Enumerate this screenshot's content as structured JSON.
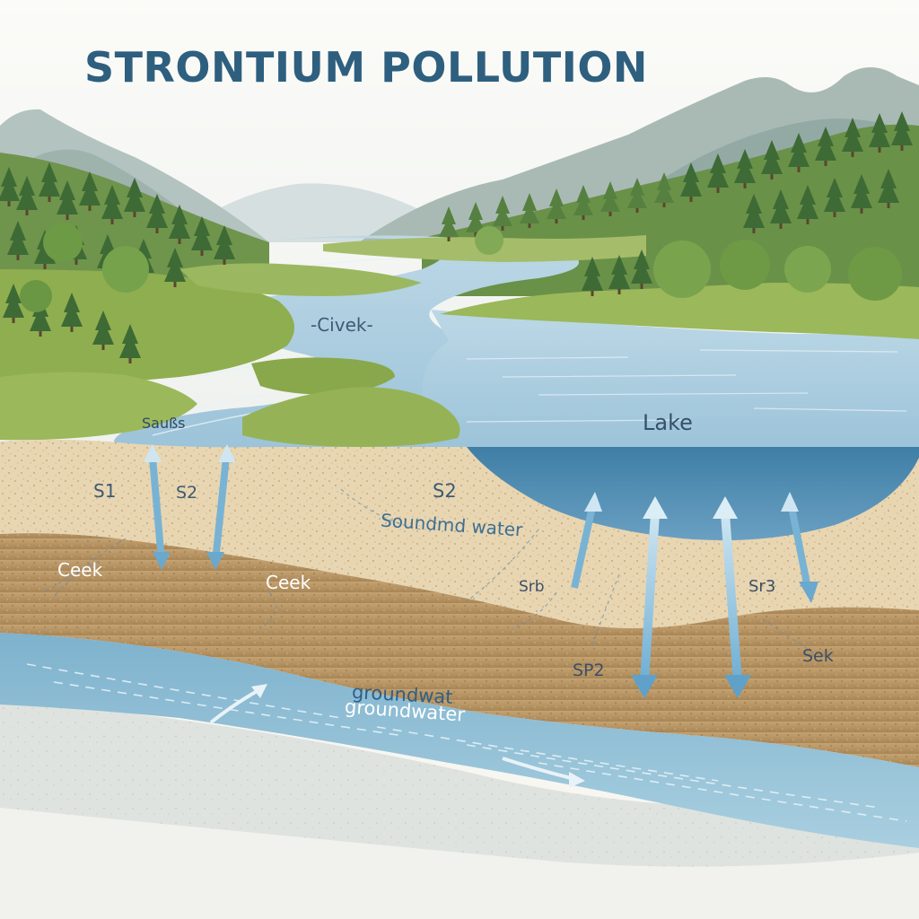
{
  "title": "STRONTIUM POLLUTION",
  "labels": {
    "civek": "-Civek-",
    "lake": "Lake",
    "garbled": "Saußs",
    "s1": "S1",
    "s2_left": "S2",
    "s2_right": "S2",
    "soundmd_water": "Soundmd water",
    "ceek_left": "Ceek",
    "ceek_center": "Ceek",
    "srb": "Srb",
    "sr3": "Sr3",
    "sp2": "SP2",
    "sek": "Sek",
    "groundwat": "groundwat",
    "groundwater": "groundwater"
  },
  "colors": {
    "title": "#2e5f7f",
    "water": "#9fc8dc",
    "lake_deep": "#4d8eb4",
    "sand_layer": "#e8d6b2",
    "clay_layer": "#b89564",
    "aquifer": "#8fbfd6",
    "grass": "#8fae4f",
    "forest": "#3f6b35",
    "mountains": "#a9bab5",
    "arrow": "#79b3d4"
  }
}
